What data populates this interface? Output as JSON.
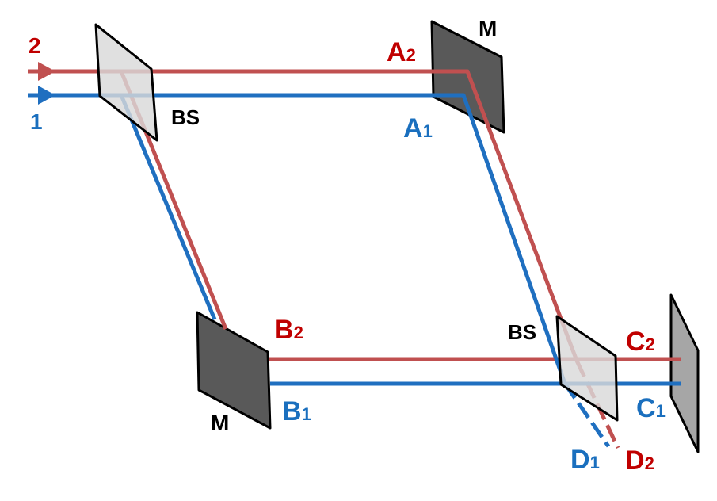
{
  "colors": {
    "beam1": "#1f6fc0",
    "beam2": "#c05050",
    "label1": "#1a6fbe",
    "label2": "#c00000",
    "mirror_fill": "#595959",
    "splitter_fill": "#d9d9d9",
    "detector_fill": "#a6a6a6",
    "outline": "#000000"
  },
  "labels": {
    "input2": "2",
    "input1": "1",
    "bs_top": "BS",
    "bs_bottom": "BS",
    "mirror_top": "M",
    "mirror_bottom": "M",
    "a2": {
      "letter": "A",
      "sub": "2"
    },
    "a1": {
      "letter": "A",
      "sub": "1"
    },
    "b2": {
      "letter": "B",
      "sub": "2"
    },
    "b1": {
      "letter": "B",
      "sub": "1"
    },
    "c2": {
      "letter": "C",
      "sub": "2"
    },
    "c1": {
      "letter": "C",
      "sub": "1"
    },
    "d1": {
      "letter": "D",
      "sub": "1"
    },
    "d2": {
      "letter": "D",
      "sub": "2"
    }
  }
}
